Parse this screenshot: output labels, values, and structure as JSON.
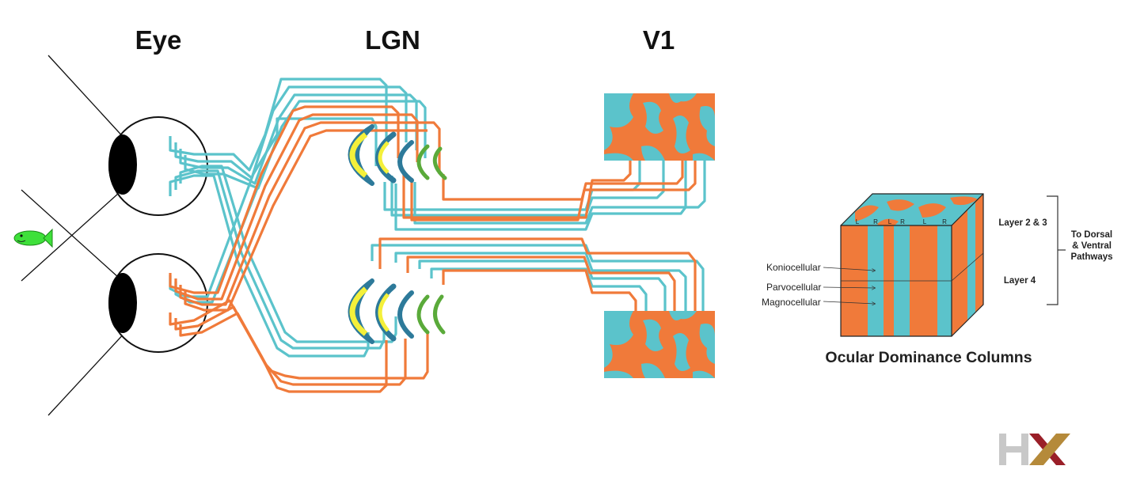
{
  "titles": {
    "eye": "Eye",
    "lgn": "LGN",
    "v1": "V1"
  },
  "cube": {
    "top_labels": [
      "L",
      "R",
      "L",
      "R",
      "L",
      "R"
    ],
    "layer_2_3": "Layer 2 & 3",
    "layer_4": "Layer 4",
    "pathways_line1": "To Dorsal",
    "pathways_line2": "& Ventral",
    "pathways_line3": "Pathways",
    "koniocellular": "Koniocellular",
    "parvocellular": "Parvocellular",
    "magnocellular": "Magnocellular",
    "caption": "Ocular Dominance Columns"
  },
  "logo": {
    "text": "HX"
  },
  "colors": {
    "blue": "#5bc3cb",
    "orange": "#f07a3a",
    "lgn_blue": "#2d7a9a",
    "lgn_yellow": "#f4f03a",
    "lgn_green": "#5aaa3a",
    "fish": "#3ee03a",
    "logo_gray": "#c8c8c8",
    "logo_red": "#9a1f28",
    "logo_gold": "#b58a3a"
  }
}
